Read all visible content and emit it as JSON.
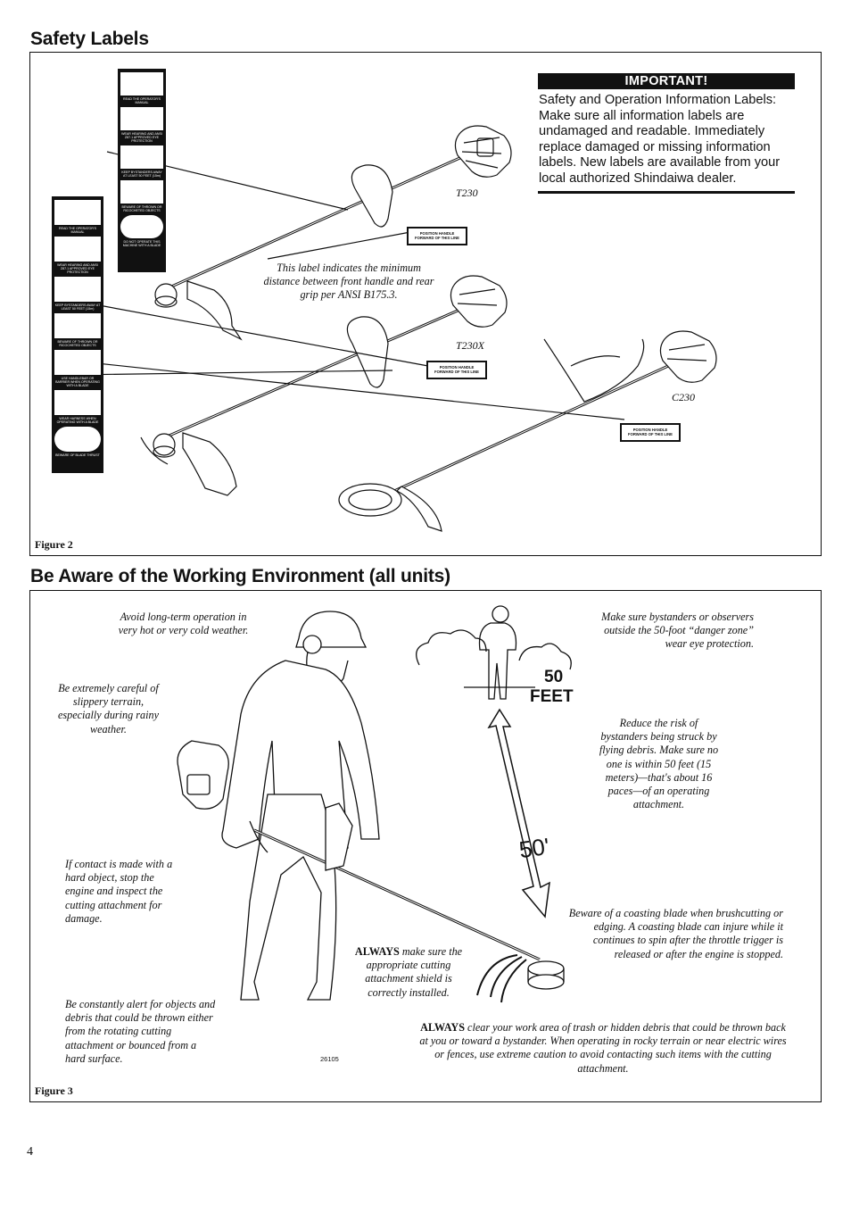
{
  "section1": {
    "title": "Safety Labels",
    "figure_label": "Figure 2"
  },
  "important": {
    "heading": "IMPORTANT!",
    "text": "Safety and Operation Information Labels: Make sure all information labels are undamaged and readable. Immediately replace damaged or missing information labels. New labels are available from your local authorized Shindaiwa dealer."
  },
  "models": {
    "t230": "T230",
    "t230x": "T230X",
    "c230": "C230"
  },
  "position_label": {
    "line1": "POSITION HANDLE",
    "line2": "FORWARD OF THIS LINE"
  },
  "handle_caption": "This label indicates the minimum distance between front handle and rear grip per ANSI B175.3.",
  "label_card_small": {
    "lines": [
      "READ THE OPERATOR'S MANUAL",
      "WEAR HEARING AND ANSI Z87.1 APPROVED EYE PROTECTION",
      "KEEP BYSTANDERS AWAY AT LEAST 50 FEET (15m)",
      "BEWARE OF THROWN OR RICOCHETED OBJECTS",
      "DO NOT OPERATE THIS MACHINE WITH A BLADE"
    ]
  },
  "label_card_large": {
    "lines": [
      "READ THE OPERATOR'S MANUAL",
      "WEAR HEARING AND ANSI Z87.1 APPROVED EYE PROTECTION",
      "KEEP BYSTANDERS AWAY AT LEAST 50 FEET (15m)",
      "BEWARE OF THROWN OR RICOCHETED OBJECTS",
      "USE HANDLEBAR OR BARRIER WHEN OPERATING WITH A BLADE",
      "WEAR HARNESS WHEN OPERATING WITH A BLADE",
      "BEWARE OF BLADE THRUST"
    ]
  },
  "section2": {
    "title": "Be Aware of the Working Environment (all units)",
    "figure_label": "Figure 3"
  },
  "captions": {
    "heat": "Avoid long-term operation in very hot or very cold weather.",
    "terrain": "Be extremely careful of slippery terrain, especially during rainy weather.",
    "contact": "If contact is made with a hard object, stop the engine and inspect the cutting attachment for damage.",
    "alert": "Be constantly alert for objects and debris that could be thrown either from the rotating cutting attachment or bounced from a hard surface.",
    "shield_always": "ALWAYS",
    "shield": "make sure the appropriate cutting attachment shield is correctly installed.",
    "bystanders": "Make sure bystanders or observers outside the 50-foot “danger zone” wear eye protection.",
    "reduce": "Reduce the risk of bystanders being struck by flying debris. Make sure no one is within 50 feet (15 meters)—that's about 16 paces—of an operating attachment.",
    "coasting": "Beware of a coasting blade when brushcutting or edging. A coasting blade can injure while it continues to spin after the throttle trigger is released or after the engine is stopped.",
    "clear_always": "ALWAYS",
    "clear": "clear your work area of trash or hidden debris that could be thrown back at you or toward a bystander. When operating in rocky terrain or near electric wires or fences, use extreme caution to avoid contacting such items with the cutting attachment."
  },
  "distance": {
    "feet_number": "50",
    "feet_word": "FEET",
    "arrow_mark": "50'"
  },
  "illustration_number": "26105",
  "page_number": "4"
}
